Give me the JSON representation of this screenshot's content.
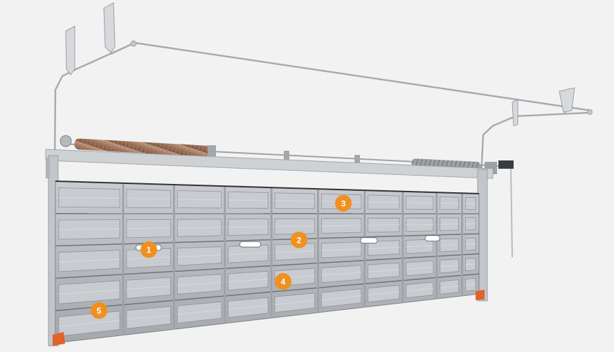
{
  "colors": {
    "background": "#f2f2f2",
    "panel": "#b3b6ba",
    "panel_light": "#c8cbcf",
    "panel_dark": "#8e9296",
    "track": "#bfc3c7",
    "spring": "#9a8576",
    "marker": "#f0901e",
    "end_cap": "#e0632a"
  },
  "markers": [
    {
      "id": "marker-1",
      "label": "1"
    },
    {
      "id": "marker-2",
      "label": "2"
    },
    {
      "id": "marker-3",
      "label": "3"
    },
    {
      "id": "marker-4",
      "label": "4"
    },
    {
      "id": "marker-5",
      "label": "5"
    }
  ]
}
